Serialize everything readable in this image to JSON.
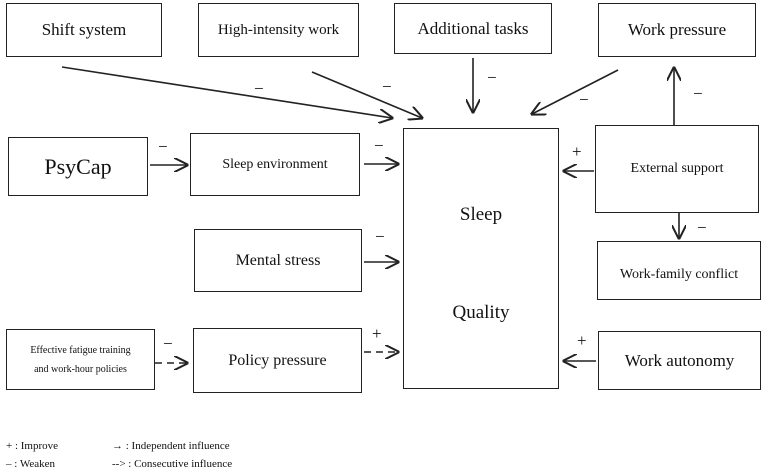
{
  "nodes": {
    "shift_system": "Shift system",
    "high_intensity_work": "High-intensity work",
    "additional_tasks": "Additional tasks",
    "work_pressure": "Work pressure",
    "psycap": "PsyCap",
    "sleep_environment": "Sleep environment",
    "mental_stress": "Mental stress",
    "fatigue_training_line1": "Effective fatigue training",
    "fatigue_training_line2": "and work-hour policies",
    "policy_pressure": "Policy pressure",
    "sleep_quality_line1": "Sleep",
    "sleep_quality_line2": "Quality",
    "external_support": "External support",
    "work_family_conflict": "Work-family conflict",
    "work_autonomy": "Work autonomy"
  },
  "signs": {
    "shift_system": "−",
    "high_intensity_work": "−",
    "additional_tasks": "−",
    "work_pressure": "−",
    "psycap": "−",
    "sleep_environment": "−",
    "mental_stress": "−",
    "fatigue_training": "−",
    "policy_pressure": "+",
    "external_support": "+",
    "external_to_work_pressure": "−",
    "external_to_work_family": "−",
    "work_autonomy": "+"
  },
  "legend": {
    "improve": "+ : Improve",
    "weaken": "– : Weaken",
    "independent": "→ : Independent influence",
    "consecutive": "--> : Consecutive influence"
  }
}
